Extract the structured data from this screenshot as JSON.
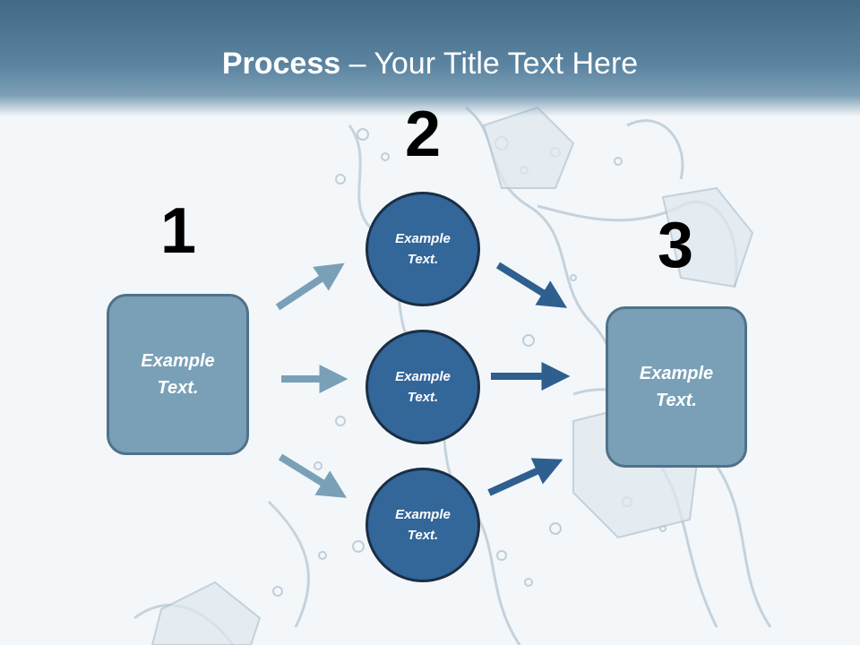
{
  "title": {
    "bold": "Process",
    "rest": " – Your Title Text Here"
  },
  "steps": [
    {
      "number": "1",
      "text": "Example\nText."
    },
    {
      "number": "2",
      "items": [
        {
          "text": "Example\nText."
        },
        {
          "text": "Example\nText."
        },
        {
          "text": "Example\nText."
        }
      ]
    },
    {
      "number": "3",
      "text": "Example\nText."
    }
  ],
  "colors": {
    "header": "#436a84",
    "box_fill": "#7aa0b8",
    "circle_fill": "#336699",
    "arrow_light": "#7aa0b8",
    "arrow_dark": "#2f5f8f"
  }
}
